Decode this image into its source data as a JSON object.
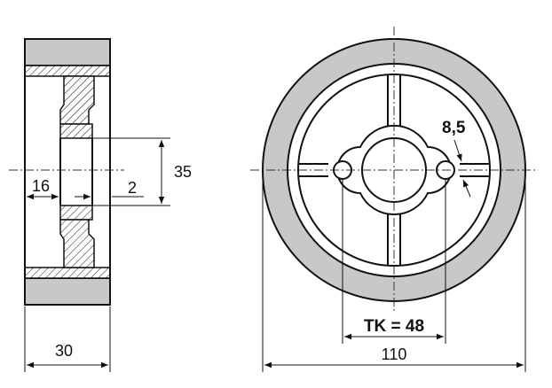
{
  "dimensions": {
    "side_width": "30",
    "hub_offset": "16",
    "hub_gap": "2",
    "hub_bore": "35",
    "hole_diameter": "8,5",
    "bolt_circle": "TK = 48",
    "outer_diameter": "110"
  },
  "colors": {
    "rubber_tread": "#c8c8c8",
    "hatch": "#222222",
    "line": "#111111"
  }
}
